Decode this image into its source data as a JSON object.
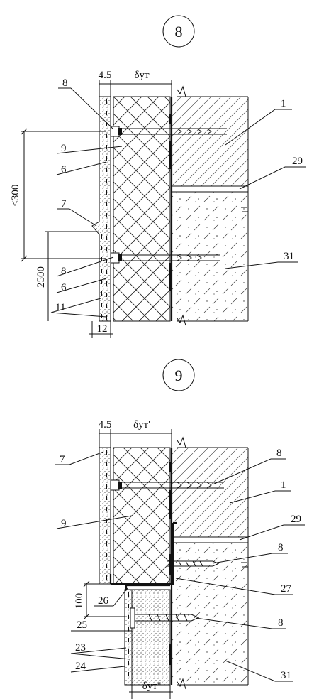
{
  "detail_8": {
    "number": "8",
    "dim_top_left": "4.5",
    "dim_top_right": "δут",
    "dim_vertical_spacing": "≤300",
    "dim_height": "2500",
    "dim_bottom": "12",
    "callouts": [
      "8",
      "9",
      "6",
      "7",
      "8",
      "6",
      "11",
      "1",
      "29",
      "31"
    ]
  },
  "detail_9": {
    "number": "9",
    "dim_top_left": "4.5",
    "dim_top_right": "δут'",
    "dim_left": "100",
    "dim_bottom": "δут''",
    "callouts": [
      "7",
      "9",
      "26",
      "25",
      "23",
      "24",
      "8",
      "1",
      "29",
      "8",
      "27",
      "8",
      "31"
    ]
  }
}
